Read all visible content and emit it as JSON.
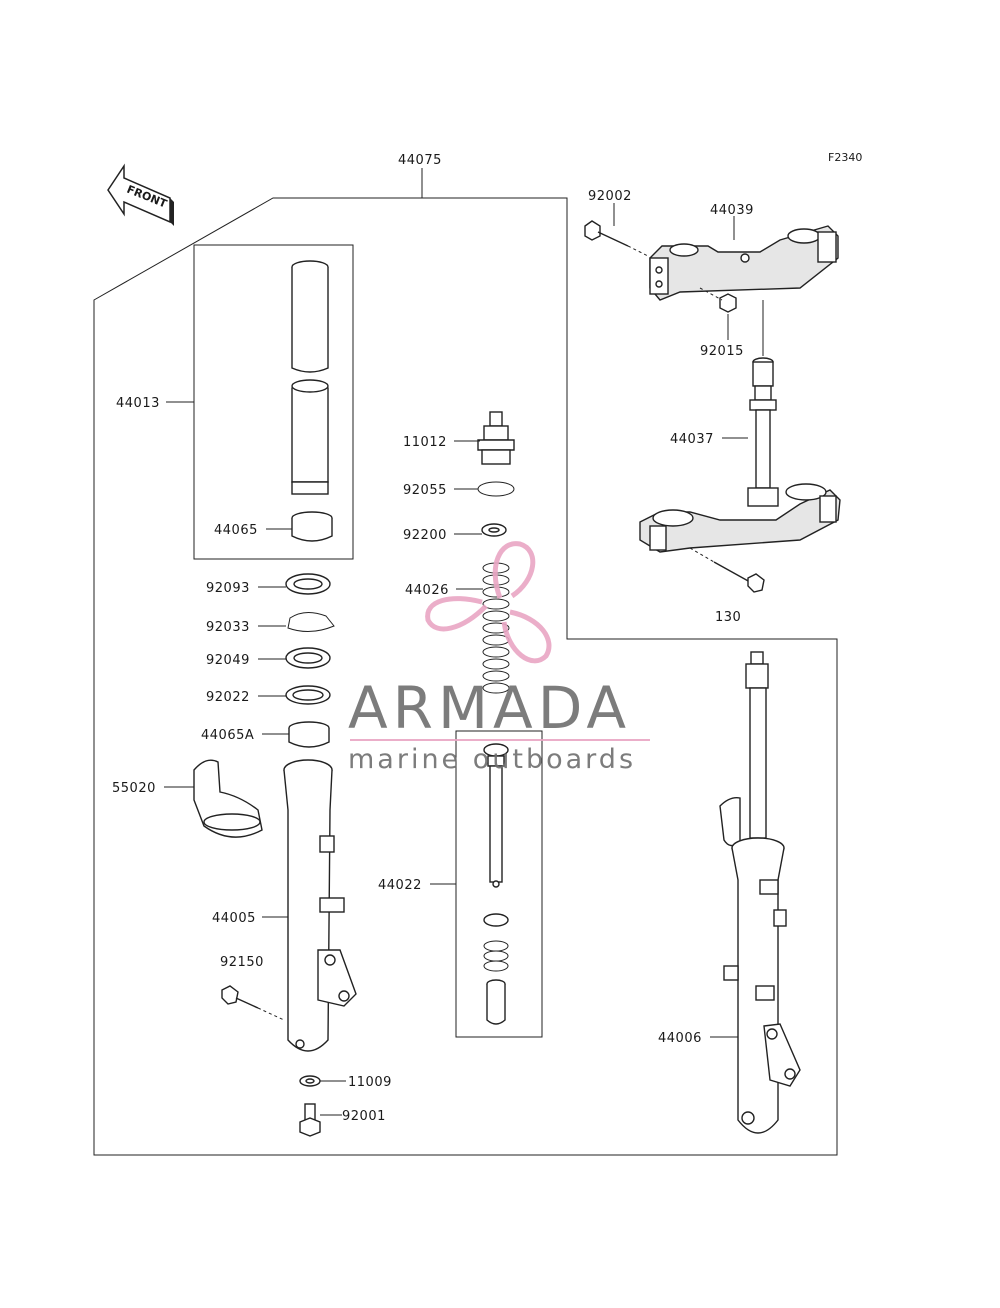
{
  "diagram": {
    "ref_code": "F2340",
    "front_label": "FRONT",
    "watermark": {
      "name": "ARMADA",
      "tagline": "marine outboards",
      "color_primary": "#6e6e6e",
      "color_accent": "#e9a6c4"
    },
    "part_labels": [
      "44075",
      "92002",
      "44039",
      "92015",
      "44037",
      "130",
      "44013",
      "44065",
      "11012",
      "92055",
      "92200",
      "44026",
      "92093",
      "92033",
      "92049",
      "92022",
      "44065A",
      "55020",
      "44022",
      "44005",
      "92150",
      "11009",
      "92001",
      "44006"
    ]
  }
}
